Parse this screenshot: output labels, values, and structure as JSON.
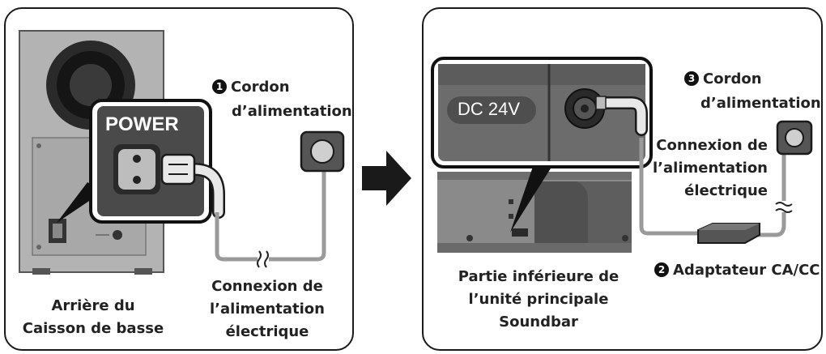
{
  "left_panel": {
    "power_label": "POWER",
    "cord_number": "1",
    "cord_label_line1": "Cordon",
    "cord_label_line2": "d’alimentation",
    "outlet_label_line1": "Connexion de",
    "outlet_label_line2": "l’alimentation",
    "outlet_label_line3": "électrique",
    "caption_line1": "Arrière du",
    "caption_line2": "Caisson de basse"
  },
  "right_panel": {
    "dc_label": "DC 24V",
    "cord_number": "3",
    "cord_label_line1": "Cordon",
    "cord_label_line2": "d’alimentation",
    "outlet_label_line1": "Connexion de",
    "outlet_label_line2": "l’alimentation",
    "outlet_label_line3": "électrique",
    "adapter_number": "2",
    "adapter_label": "Adaptateur CA/CC",
    "caption_line1": "Partie inférieure de",
    "caption_line2": "l’unité principale",
    "caption_line3": "Soundbar"
  }
}
